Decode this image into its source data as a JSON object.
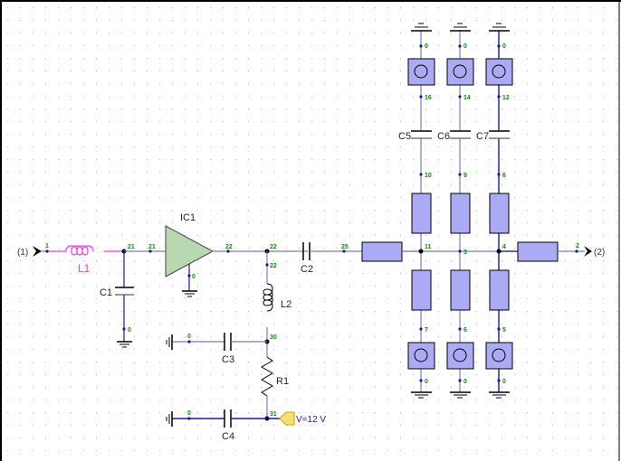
{
  "schematic": {
    "colors": {
      "wire": "#7b7bc0",
      "wire_dark": "#1a1a8c",
      "inductor_l1": "#e040e0",
      "amp_fill": "#b8d8b0",
      "block_fill": "#aaaaf5",
      "node_label": "#0a8a0a",
      "voltage_tag": "#f5e070"
    },
    "ports": {
      "in": "(1)",
      "out": "(2)"
    },
    "components": {
      "L1": "L1",
      "C1": "C1",
      "IC1": "IC1",
      "C2": "C2",
      "L2": "L2",
      "C3": "C3",
      "R1": "R1",
      "C4": "C4",
      "C5": "C5",
      "C6": "C6",
      "C7": "C7"
    },
    "supply": "V=12 V",
    "nodes": {
      "in": "1",
      "n21a": "21",
      "n21b": "21",
      "ic_gnd": "0",
      "c1_gnd": "0",
      "n22a": "22",
      "n22b": "22",
      "n22c": "22",
      "n25": "25",
      "n30": "30",
      "c3_gnd": "0",
      "n31": "31",
      "c4_gnd": "0",
      "top_gnd1": "0",
      "top_gnd2": "0",
      "top_gnd3": "0",
      "n16": "16",
      "n14": "14",
      "n12": "12",
      "n10": "10",
      "n9": "9",
      "n6": "6",
      "n11": "11",
      "n3": "3",
      "n4": "4",
      "out": "2",
      "n7": "7",
      "n8": "6",
      "n5": "5",
      "bot_gnd1": "0",
      "bot_gnd2": "0",
      "bot_gnd3": "0"
    }
  }
}
